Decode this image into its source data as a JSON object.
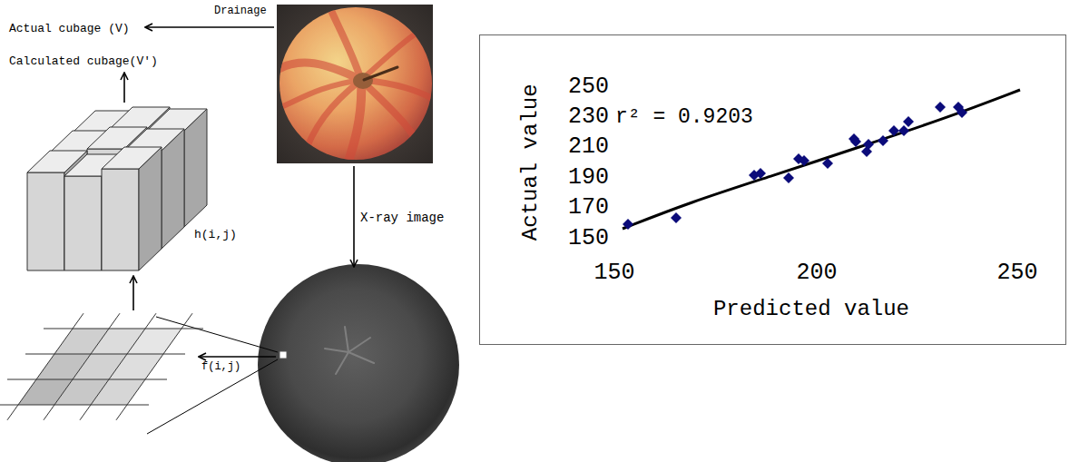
{
  "diagram": {
    "nodes": [
      {
        "text": [
          "250",
          "230",
          "r² = 0.9203",
          "210",
          "190",
          "170",
          "150",
          "Actual value",
          "150",
          "200",
          "250",
          "Predicted value"
        ]
      }
    ],
    "labels": [
      "Drainage",
      "Actual cubage (V)",
      "Calculated cubage(V')",
      "X-ray image",
      "h(i,j)",
      "f(i,j)"
    ]
  }
}
